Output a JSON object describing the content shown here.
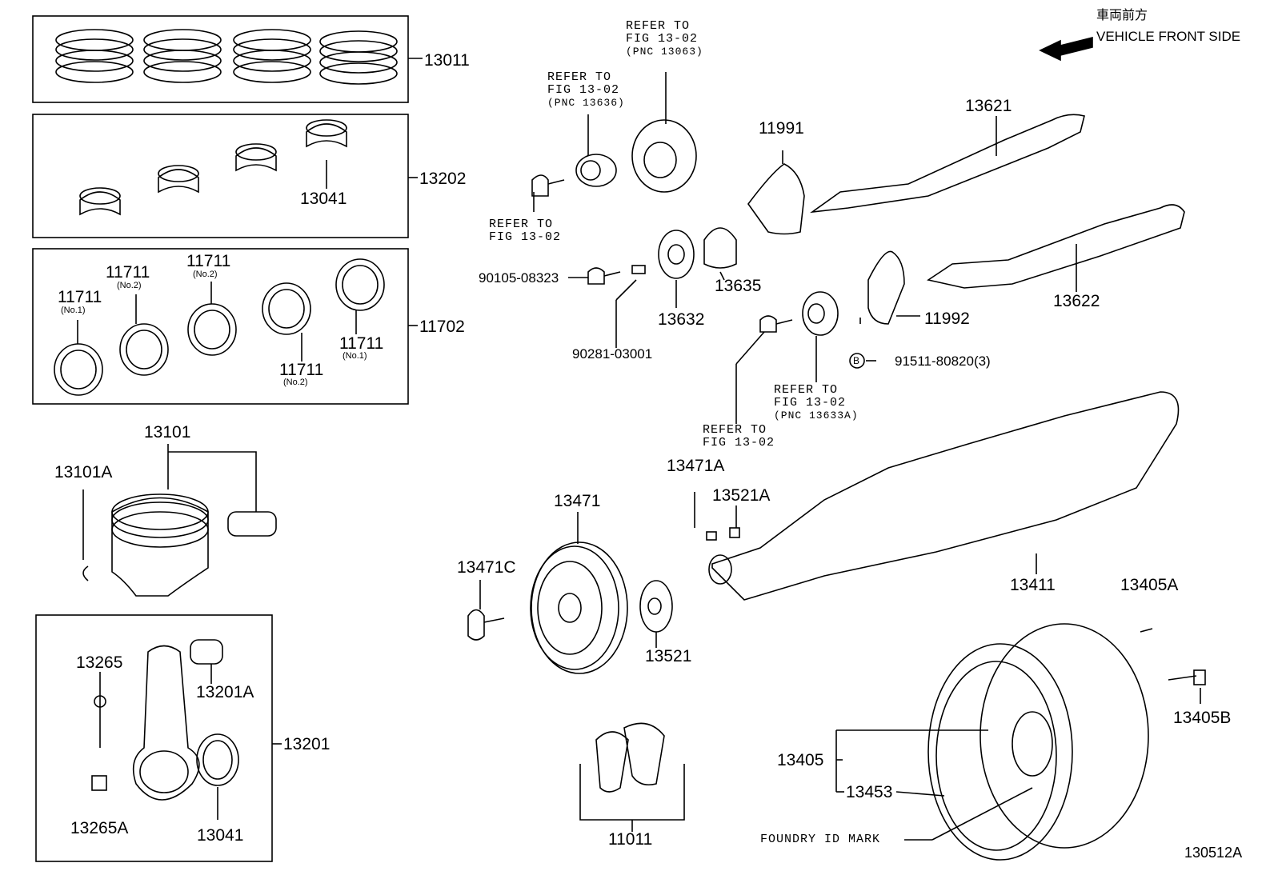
{
  "header": {
    "direction_jp": "車両前方",
    "direction_en": "VEHICLE FRONT SIDE",
    "figure_id": "130512A"
  },
  "refs": {
    "r13063": {
      "l1": "REFER TO",
      "l2": "FIG 13-02",
      "l3": "(PNC 13063)"
    },
    "r13636": {
      "l1": "REFER TO",
      "l2": "FIG 13-02",
      "l3": "(PNC 13636)"
    },
    "rbolt": {
      "l1": "REFER TO",
      "l2": "FIG 13-02"
    },
    "r13633a": {
      "l1": "REFER TO",
      "l2": "FIG 13-02",
      "l3": "(PNC 13633A)"
    },
    "rbolt2": {
      "l1": "REFER TO",
      "l2": "FIG 13-02"
    }
  },
  "parts": {
    "p13011": "13011",
    "p13202": "13202",
    "p13041a": "13041",
    "p11702": "11702",
    "p11711_no1_l": "11711",
    "p11711_no2_a": "11711",
    "p11711_no2_b": "11711",
    "p11711_no2_c": "11711",
    "p11711_no1_r": "11711",
    "sub_no1": "(No.1)",
    "sub_no2": "(No.2)",
    "p13101": "13101",
    "p13101A": "13101A",
    "p13265": "13265",
    "p13201A": "13201A",
    "p13201": "13201",
    "p13265A": "13265A",
    "p13041b": "13041",
    "p90105": "90105-08323",
    "p90281": "90281-03001",
    "p13632": "13632",
    "p13635": "13635",
    "p11991": "11991",
    "p13621": "13621",
    "p13622": "13622",
    "p11992": "11992",
    "p91511": "91511-80820(3)",
    "bolt_marker": "B",
    "p13471A": "13471A",
    "p13521A": "13521A",
    "p13471": "13471",
    "p13471C": "13471C",
    "p13521": "13521",
    "p13411": "13411",
    "p13405A": "13405A",
    "p13405B": "13405B",
    "p13405": "13405",
    "p13453": "13453",
    "p11011": "11011",
    "foundry": "FOUNDRY ID MARK"
  }
}
